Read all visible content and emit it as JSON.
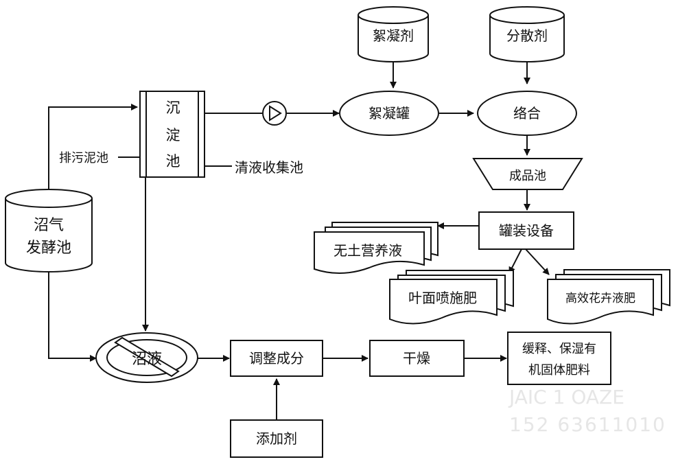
{
  "nodes": {
    "flocculant": "絮凝剂",
    "dispersant": "分散剂",
    "sedimentation_line1": "沉",
    "sedimentation_line2": "淀",
    "sedimentation_line3": "池",
    "flocculation_tank": "絮凝罐",
    "complexing": "络合",
    "product_tank": "成品池",
    "filling_equipment": "罐装设备",
    "soilless_nutrient": "无土营养液",
    "foliar_fertilizer": "叶面喷施肥",
    "flower_fertilizer": "高效花卉液肥",
    "biogas_line1": "沼气",
    "biogas_line2": "发酵池",
    "biogas_liquid": "沼液",
    "adjust": "调整成分",
    "drying": "干燥",
    "solid_line1": "缓释、保湿有",
    "solid_line2": "机固体肥料",
    "additive": "添加剂"
  },
  "labels": {
    "sludge_pool": "排污泥池",
    "clear_liquid_pool": "清液收集池"
  },
  "watermark": {
    "line1": "JAIC 1 OAZE",
    "line2": "152 63611010"
  }
}
